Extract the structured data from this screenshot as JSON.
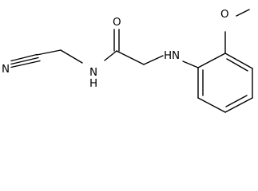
{
  "labels": {
    "nitrile_n": "N",
    "amide_n": "N",
    "amide_h": "H",
    "carbonyl_o": "O",
    "amine_n": "N",
    "amine_h": "H",
    "methoxy_o": "O"
  },
  "colors": {
    "bond": "#000000",
    "label": "#000000",
    "background": "#ffffff"
  }
}
